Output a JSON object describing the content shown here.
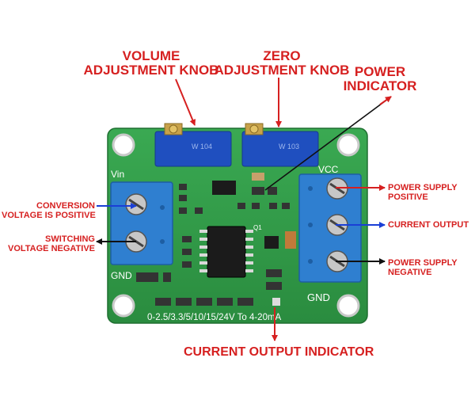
{
  "labels": {
    "volume_knob": [
      "VOLUME",
      "ADJUSTMENT KNOB"
    ],
    "zero_knob": [
      "ZERO",
      "ADJUSTMENT KNOB"
    ],
    "power_indicator": [
      "POWER",
      "INDICATOR"
    ],
    "conversion_positive": [
      "CONVERSION",
      "VOLTAGE IS POSITIVE"
    ],
    "switching_negative": [
      "SWITCHING",
      "VOLTAGE NEGATIVE"
    ],
    "power_supply_positive": [
      "POWER SUPPLY",
      "POSITIVE"
    ],
    "current_output": "CURRENT OUTPUT",
    "power_supply_negative": [
      "POWER SUPPLY",
      "NEGATIVE"
    ],
    "current_output_indicator": "CURRENT OUTPUT INDICATOR"
  },
  "board": {
    "vin_label": "Vin",
    "vcc_label": "VCC",
    "gnd_left_label": "GND",
    "gnd_right_label": "GND",
    "bottom_text": "0-2.5/3.3/5/10/15/24V To 4-20mA",
    "q1_label": "Q1",
    "pot_left_text": "W 104",
    "pot_right_text": "W 103"
  },
  "colors": {
    "label_red": "#d62020",
    "pcb_green": "#2f9a45",
    "terminal_blue": "#2f7fd0",
    "pot_blue": "#1f4fbf",
    "arrow_blue": "#1a3fd6",
    "arrow_black": "#111111"
  }
}
